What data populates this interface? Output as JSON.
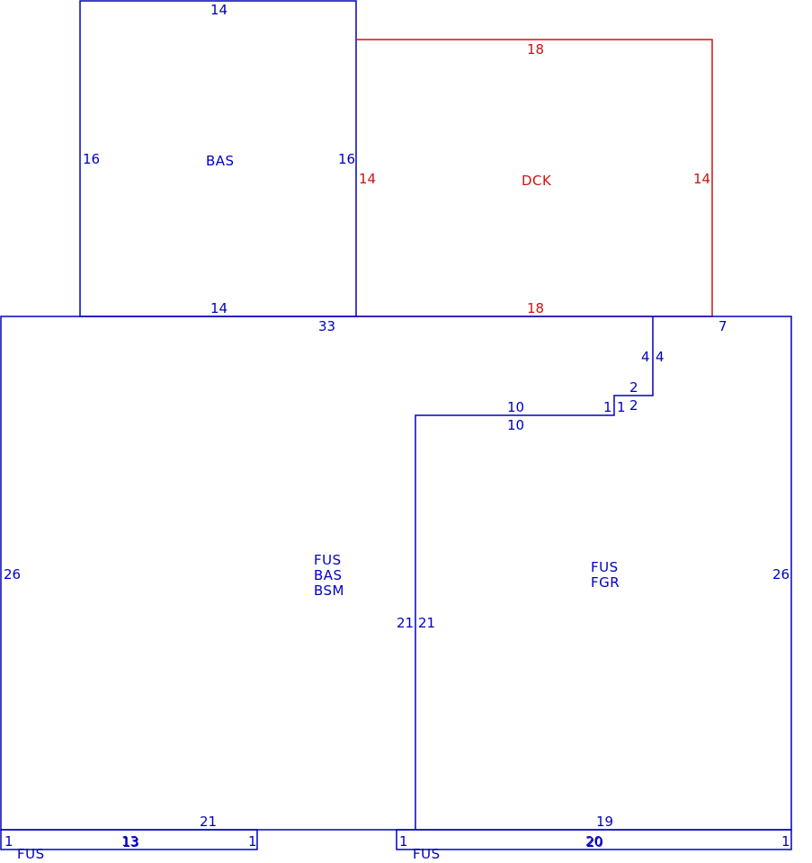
{
  "colors": {
    "main": "#0000c0",
    "deck": "#d01010"
  },
  "areas": {
    "bas_top": {
      "label": "BAS"
    },
    "deck": {
      "label": "DCK"
    },
    "main_left": {
      "line1": "FUS",
      "line2": "BAS",
      "line3": "BSM"
    },
    "main_right": {
      "line1": "FUS",
      "line2": "FGR"
    },
    "stoop_left": {
      "label": "FUS"
    },
    "stoop_right": {
      "label": "FUS"
    }
  },
  "dims": {
    "bas_top": "14",
    "bas_left": "16",
    "bas_right": "16",
    "bas_bottom": "14",
    "dck_top": "18",
    "dck_left": "14",
    "dck_right": "14",
    "dck_bottom": "18",
    "main_top": "33",
    "main_top_right": "7",
    "main_left": "26",
    "main_right": "26",
    "step_a_left": "4",
    "step_a_right": "4",
    "step_b_top": "2",
    "step_b_bottom": "2",
    "step_c_left": "1",
    "step_c_right": "1",
    "ledge_top": "10",
    "ledge_bottom": "10",
    "divider_left": "21",
    "divider_right": "21",
    "main_bottom_left": "21",
    "main_bottom_right": "19",
    "stoop_l_left": "1",
    "stoop_l_right": "1",
    "stoop_l_a": "13",
    "stoop_l_b": "13",
    "stoop_r_left": "1",
    "stoop_r_right": "1",
    "stoop_r_a": "20",
    "stoop_r_b": "20"
  }
}
